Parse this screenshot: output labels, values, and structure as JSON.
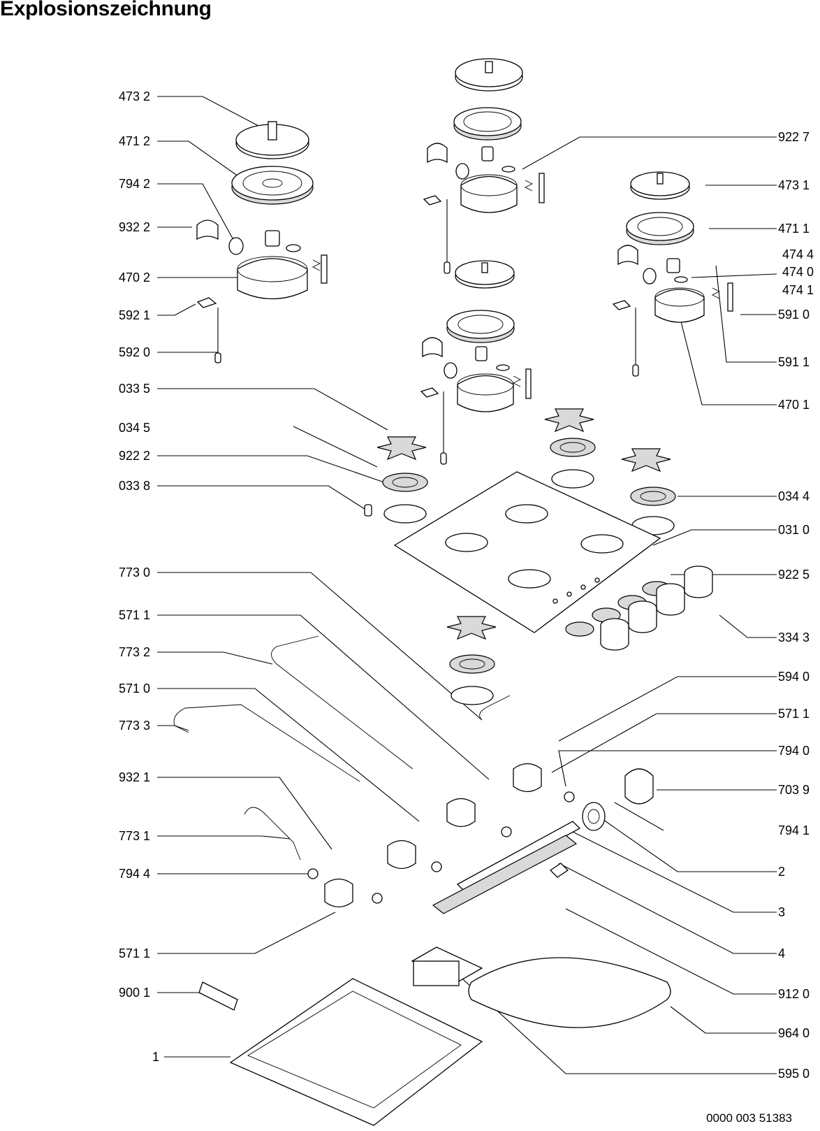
{
  "title": "Explosionszeichnung",
  "footer": "0000 003 51383",
  "labels_left": [
    {
      "text": "473 2"
    },
    {
      "text": "471 2"
    },
    {
      "text": "794 2"
    },
    {
      "text": "932 2"
    },
    {
      "text": "470 2"
    },
    {
      "text": "592 1"
    },
    {
      "text": "592 0"
    },
    {
      "text": "033 5"
    },
    {
      "text": "034 5"
    },
    {
      "text": "922 2"
    },
    {
      "text": "033 8"
    },
    {
      "text": "773 0"
    },
    {
      "text": "571 1"
    },
    {
      "text": "773 2"
    },
    {
      "text": "571 0"
    },
    {
      "text": "773 3"
    },
    {
      "text": "932 1"
    },
    {
      "text": "773 1"
    },
    {
      "text": "794 4"
    },
    {
      "text": "571 1"
    },
    {
      "text": "900 1"
    },
    {
      "text": "1"
    }
  ],
  "labels_right": [
    {
      "text": "922 7"
    },
    {
      "text": "473 1"
    },
    {
      "text": "471 1"
    },
    {
      "text": "474 4"
    },
    {
      "text": "474 0"
    },
    {
      "text": "474 1"
    },
    {
      "text": "591 0"
    },
    {
      "text": "591 1"
    },
    {
      "text": "470 1"
    },
    {
      "text": "034 4"
    },
    {
      "text": "031 0"
    },
    {
      "text": "922 5"
    },
    {
      "text": "334 3"
    },
    {
      "text": "594 0"
    },
    {
      "text": "571 1"
    },
    {
      "text": "794 0"
    },
    {
      "text": "703 9"
    },
    {
      "text": "794 1"
    },
    {
      "text": "2"
    },
    {
      "text": "3"
    },
    {
      "text": "4"
    },
    {
      "text": "912 0"
    },
    {
      "text": "964 0"
    },
    {
      "text": "595 0"
    }
  ]
}
